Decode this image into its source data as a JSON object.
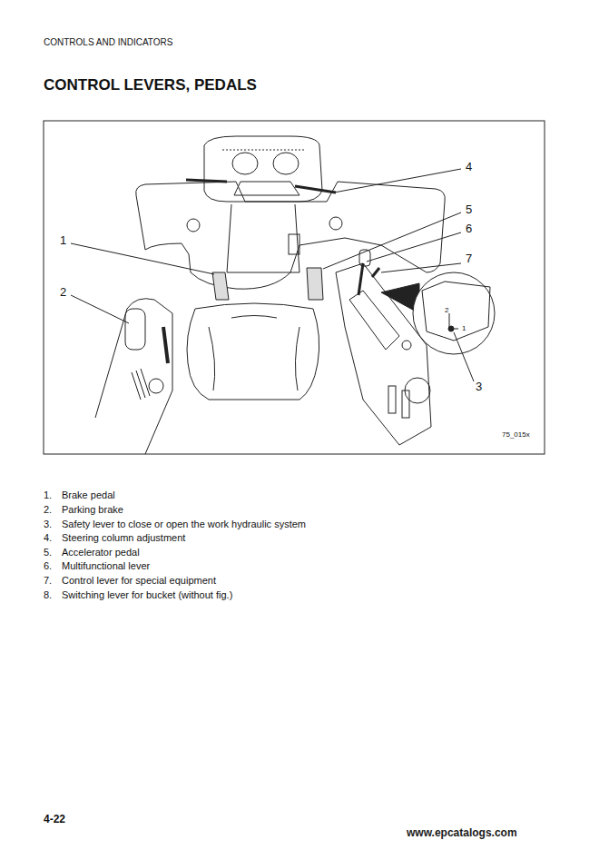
{
  "diagram": {
    "title": "CONTROL LEVERS, PEDALS",
    "labels": [
      "CONTROLS AND INDICATORS",
      "4",
      "1",
      "5",
      "6",
      "7",
      "2",
      "3",
      "2",
      "1",
      "75_015x",
      "1.",
      "Brake pedal",
      "2.",
      "Parking brake",
      "3.",
      "Safety lever to close or open the work hydraulic system",
      "4.",
      "Steering column adjustment",
      "5.",
      "Accelerator pedal",
      "6.",
      "Multifunctional lever",
      "7.",
      "Control lever for special equipment",
      "8.",
      "Switching lever for bucket (without fig.)",
      "4-22",
      "www.epcatalogs.com"
    ]
  }
}
